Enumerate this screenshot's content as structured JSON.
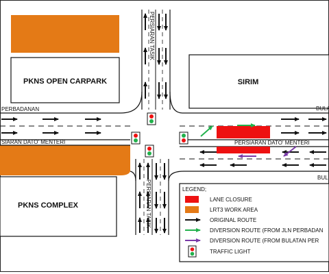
{
  "buildings": {
    "carpark": "PKNS OPEN CARPARK",
    "sirim": "SIRIM",
    "complex": "PKNS COMPLEX"
  },
  "roads": {
    "perbadanan": "PERBADANAN",
    "dato_menteri": "SIARAN DATO' MENTERI",
    "dato_menteri_right": "PERSIARAN DATO' MENTERI",
    "tasik_top": "PERSIARAN TASIK",
    "tasik_bottom": "PERSIARAN TASIK",
    "bulatan_top": "BULA",
    "bulatan_bottom": "BUL"
  },
  "legend": {
    "title": "LEGEND;",
    "items": [
      {
        "label": "LANE CLOSURE",
        "kind": "rect",
        "color": "#ee1111"
      },
      {
        "label": "LRT3 WORK AREA",
        "kind": "rect",
        "color": "#e47a16"
      },
      {
        "label": "ORIGINAL ROUTE",
        "kind": "arrow",
        "color": "#111111"
      },
      {
        "label": "DIVERSION ROUTE (FROM JLN PERBADAN",
        "kind": "arrow",
        "color": "#22b14c"
      },
      {
        "label": "DIVERSION ROUTE (FROM BULATAN PER",
        "kind": "arrow",
        "color": "#7a3aa8"
      },
      {
        "label": "TRAFFIC LIGHT",
        "kind": "light",
        "color": "#111111"
      }
    ]
  },
  "colors": {
    "lane_closure": "#ee1111",
    "work_area": "#e47a16",
    "original_route": "#111111",
    "diversion_perbadanan": "#22b14c",
    "diversion_bulatan": "#7a3aa8"
  }
}
